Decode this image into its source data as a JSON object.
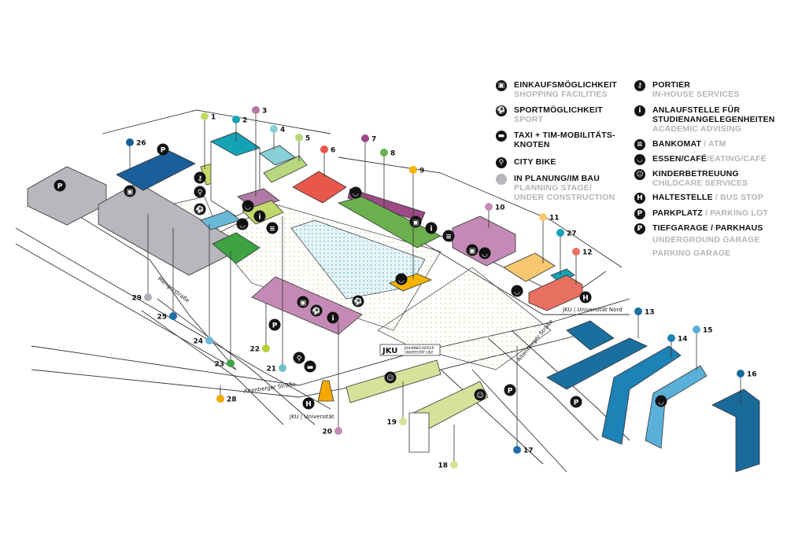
{
  "legend": {
    "shopping": {
      "icon": "shopping-bag-icon",
      "de": "EINKAUFSMÖGLICHKEIT",
      "en": "SHOPPING FACILITIES"
    },
    "sport": {
      "icon": "football-icon",
      "de": "SPORTMÖGLICHKEIT",
      "en": "SPORT"
    },
    "taxi": {
      "icon": "taxi-icon",
      "de": "TAXI + TIM-MOBILITÄTS-",
      "de2": "KNOTEN"
    },
    "citybike": {
      "icon": "bicycle-icon",
      "de": "CITY BIKE"
    },
    "planning": {
      "icon": "grey-dot",
      "de": "IN PLANUNG/IM BAU",
      "en": "PLANNING STAGE/",
      "en2": "UNDER CONSTRUCTION",
      "color": "#b5b5bc"
    },
    "portier": {
      "icon": "key-icon",
      "de": "PORTIER",
      "en": "IN-HOUSE SERVICES"
    },
    "advising": {
      "icon": "info-icon",
      "de": "ANLAUFSTELLE FÜR",
      "de2": "STUDIENANGELEGENHEITEN",
      "en": "ACADEMIC ADVISING"
    },
    "atm": {
      "icon": "atm-icon",
      "de": "BANKOMAT",
      "en": "/ ATM"
    },
    "cafe": {
      "icon": "cup-icon",
      "de": "ESSEN/CAFÉ",
      "en": "/EATING/CAFÉ"
    },
    "childcare": {
      "icon": "child-face-icon",
      "de": "KINDERBETREUUNG",
      "en": "CHILDCARE SERVICES"
    },
    "bus": {
      "icon": "bus-stop-icon",
      "de": "HALTESTELLE",
      "en": "/ BUS STOP"
    },
    "parking": {
      "icon": "parking-icon",
      "de": "PARKPLATZ",
      "en": "/ PARKING LOT"
    },
    "garage": {
      "icon": "garage-icon",
      "de": "TIEFGARAGE / PARKHAUS",
      "en": "UNDERGROUND GARAGE",
      "en2": "PARKING GARAGE"
    }
  },
  "markers": [
    {
      "n": "1",
      "color": "#c2d86a"
    },
    {
      "n": "2",
      "color": "#14a3b5"
    },
    {
      "n": "3",
      "color": "#b07aa5"
    },
    {
      "n": "4",
      "color": "#86d0d6"
    },
    {
      "n": "5",
      "color": "#b8d77e"
    },
    {
      "n": "6",
      "color": "#e8574a"
    },
    {
      "n": "7",
      "color": "#9b4a85"
    },
    {
      "n": "8",
      "color": "#6ab04c"
    },
    {
      "n": "9",
      "color": "#f5b400"
    },
    {
      "n": "10",
      "color": "#c48ab5"
    },
    {
      "n": "11",
      "color": "#f7c870"
    },
    {
      "n": "27",
      "color": "#13a3b5"
    },
    {
      "n": "12",
      "color": "#e87060"
    },
    {
      "n": "13",
      "color": "#1a6fa0"
    },
    {
      "n": "14",
      "color": "#1d82b5"
    },
    {
      "n": "15",
      "color": "#5ab0d8"
    },
    {
      "n": "16",
      "color": "#1a6a9a"
    },
    {
      "n": "17",
      "color": "#1d6fa8"
    },
    {
      "n": "18",
      "color": "#d6e29a"
    },
    {
      "n": "19",
      "color": "#d6e29a"
    },
    {
      "n": "20",
      "color": "#c48ab5"
    },
    {
      "n": "21",
      "color": "#6fc3cf"
    },
    {
      "n": "22",
      "color": "#b5cf3a"
    },
    {
      "n": "23",
      "color": "#3da343"
    },
    {
      "n": "24",
      "color": "#6ab8d8"
    },
    {
      "n": "25",
      "color": "#1d6fa8"
    },
    {
      "n": "26",
      "color": "#1a5f9a"
    },
    {
      "n": "28",
      "color": "#f5a800"
    },
    {
      "n": "29",
      "color": "#b0b0b8"
    }
  ],
  "labels": {
    "mengerstrasse": "Mengerstraße",
    "altenberger_1": "Altenberger Straße",
    "altenberger_2": "Altenberger Straße",
    "bus_uni": "JKU | Universität",
    "bus_nord": "JKU | Universität Nord",
    "logo_mark": "JKU",
    "logo_line1": "JOHANNES KEPLER",
    "logo_line2": "UNIVERSITÄT LINZ"
  }
}
